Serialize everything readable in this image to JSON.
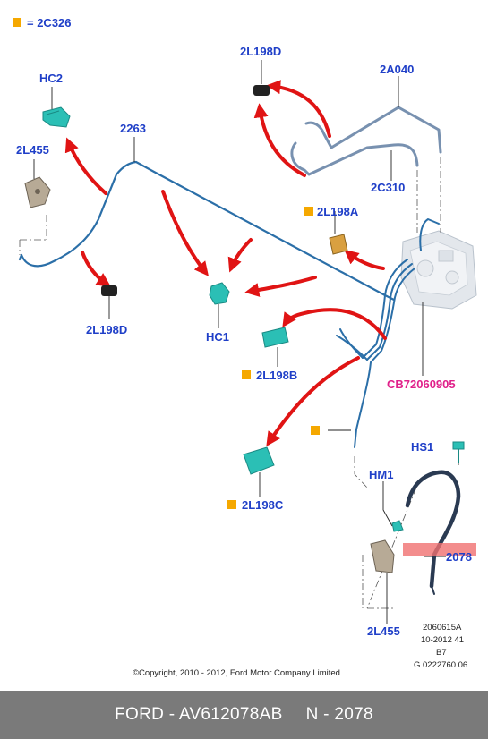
{
  "legend": {
    "marker_color": "#f5a800",
    "text": "= 2C326"
  },
  "labels": {
    "hc2": "HC2",
    "l2l455_top": "2L455",
    "l2263": "2263",
    "l2l198d_top": "2L198D",
    "l2a040": "2A040",
    "l2c310": "2C310",
    "l2l198a": "2L198A",
    "l2l198d_bottom": "2L198D",
    "hc1": "HC1",
    "l2l198b": "2L198B",
    "cb": "CB72060905",
    "hs1": "HS1",
    "hm1": "HM1",
    "l2078": "2078",
    "l2l198c": "2L198C",
    "l2l455_bottom": "2L455"
  },
  "info_block": [
    "2060615A",
    "10-2012 41",
    "B7",
    "G 0222760 06"
  ],
  "copyright": "©Copyright, 2010 - 2012, Ford Motor Company Limited",
  "footer": {
    "part_number": "FORD - AV612078AB",
    "ref": "N - 2078"
  },
  "colors": {
    "label_blue": "#1f3fc8",
    "label_magenta": "#e0208a",
    "arrow_red": "#e01414",
    "pipe_blue": "#2b6fa8",
    "marker_orange": "#f5a800",
    "highlight": "#f07070",
    "footer_bg": "#7a7a7a"
  }
}
